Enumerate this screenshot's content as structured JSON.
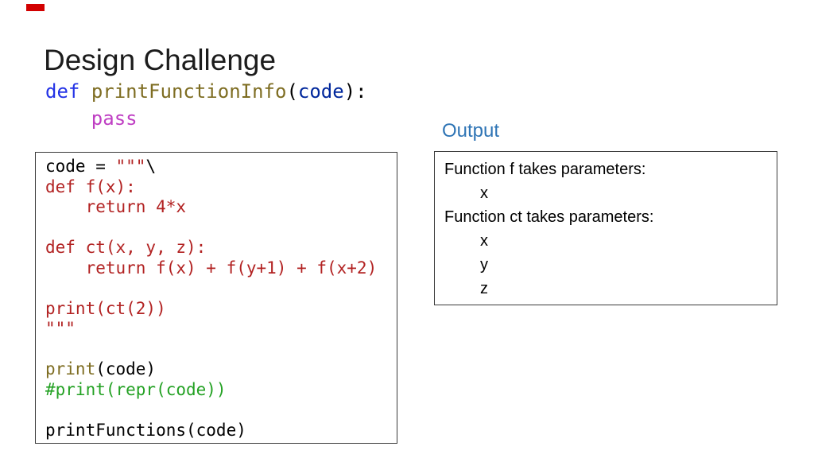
{
  "title": "Design Challenge",
  "top_left_marker": {
    "present": true
  },
  "colors": {
    "background": "#FFFFFF",
    "title_text": "#1C1C1C",
    "marker_red": "#D20000",
    "box_border": "#3A3A3A",
    "plain": "#000000",
    "keyword_blue": "#2433E6",
    "function_olive": "#7E6D22",
    "param_navy": "#00279C",
    "pass_magenta": "#BF3FC3",
    "string_red": "#B22222",
    "comment_green": "#23A123",
    "output_label_blue": "#2E74B5"
  },
  "snippet": {
    "lines": [
      {
        "segments": [
          {
            "t": "def",
            "c": "keyword_blue"
          },
          {
            "t": " ",
            "c": "plain"
          },
          {
            "t": "printFunctionInfo",
            "c": "function_olive"
          },
          {
            "t": "(",
            "c": "plain"
          },
          {
            "t": "code",
            "c": "param_navy"
          },
          {
            "t": "):",
            "c": "plain"
          }
        ]
      },
      {
        "segments": [
          {
            "t": "    ",
            "c": "plain"
          },
          {
            "t": "pass",
            "c": "pass_magenta"
          }
        ]
      }
    ]
  },
  "code_box": {
    "lines": [
      {
        "segments": [
          {
            "t": "code = ",
            "c": "plain"
          },
          {
            "t": "\"\"\"",
            "c": "string_red"
          },
          {
            "t": "\\",
            "c": "plain"
          }
        ]
      },
      {
        "segments": [
          {
            "t": "def f(x):",
            "c": "string_red"
          }
        ]
      },
      {
        "segments": [
          {
            "t": "    return 4*x",
            "c": "string_red"
          }
        ]
      },
      {
        "segments": []
      },
      {
        "segments": [
          {
            "t": "def ct(x, y, z):",
            "c": "string_red"
          }
        ]
      },
      {
        "segments": [
          {
            "t": "    return f(x) + f(y+1) + f(x+2)",
            "c": "string_red"
          }
        ]
      },
      {
        "segments": []
      },
      {
        "segments": [
          {
            "t": "print(ct(2))",
            "c": "string_red"
          }
        ]
      },
      {
        "segments": [
          {
            "t": "\"\"\"",
            "c": "string_red"
          }
        ]
      },
      {
        "segments": []
      },
      {
        "segments": [
          {
            "t": "print",
            "c": "function_olive"
          },
          {
            "t": "(code)",
            "c": "plain"
          }
        ]
      },
      {
        "segments": [
          {
            "t": "#print(repr(code))",
            "c": "comment_green"
          }
        ]
      },
      {
        "segments": []
      },
      {
        "segments": [
          {
            "t": "printFunctions(code)",
            "c": "plain"
          }
        ]
      }
    ]
  },
  "output": {
    "label": "Output",
    "lines": [
      {
        "text": "Function f takes parameters:",
        "indent": 0
      },
      {
        "text": "x",
        "indent": 1
      },
      {
        "text": "Function ct takes parameters:",
        "indent": 0
      },
      {
        "text": "x",
        "indent": 1
      },
      {
        "text": "y",
        "indent": 1
      },
      {
        "text": "z",
        "indent": 1
      }
    ]
  }
}
